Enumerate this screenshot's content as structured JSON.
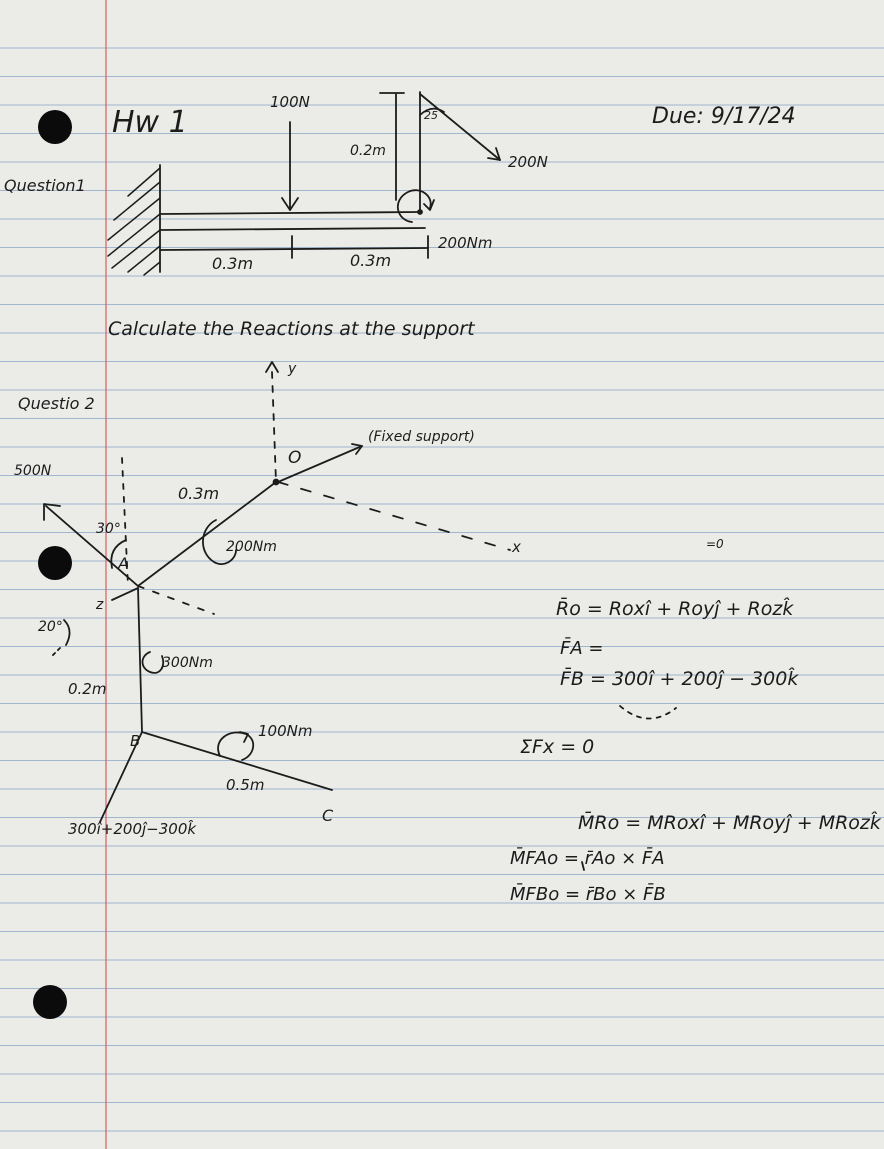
{
  "header": {
    "title": "Hw 1",
    "due": "Due: 9/17/24"
  },
  "question1": {
    "label": "Question1",
    "load_top": "100N",
    "height_label": "0.2m",
    "angle_label": "25",
    "force_label": "200N",
    "moment_label": "200Nm",
    "span_left": "0.3m",
    "span_right": "0.3m",
    "prompt": "Calculate the Reactions at the support"
  },
  "question2": {
    "label": "Questio 2",
    "y_axis": "y",
    "x_axis": "x",
    "z_axis": "z",
    "origin": "O",
    "support_note": "(Fixed support)",
    "force_500": "500N",
    "angle_30": "30°",
    "angle_20": "20°",
    "point_a": "A",
    "len_oa": "0.3m",
    "moment_200": "200Nm",
    "moment_300": "300Nm",
    "len_ab": "0.2m",
    "point_b": "B",
    "moment_100": "100Nm",
    "len_bc": "0.5m",
    "point_c": "C",
    "force_b": "300î+200ĵ−300k̂",
    "stray": "=0"
  },
  "work": {
    "ro": "R̄o = Roxî + Royĵ + Rozk̂",
    "fa": "F̄A =",
    "fb": "F̄B = 300î + 200ĵ − 300k̂",
    "sum": "ΣFx = 0",
    "mro": "M̄Ro = MRoxî + MRoyĵ + MRozk̂",
    "mfa": "M̄FAo = r̄Ao × F̄A",
    "mfb": "M̄FBo = r̄Bo × F̄B"
  },
  "colors": {
    "ink": "#1c1c1c",
    "rule": "#9fb6cc",
    "margin": "#d46a6a",
    "paper": "#ebebe8"
  }
}
